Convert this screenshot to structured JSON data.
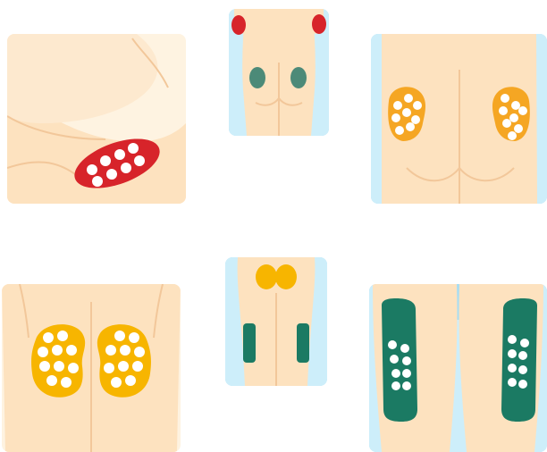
{
  "colors": {
    "skin": "#fde2bf",
    "skin_shade": "#f5cc9f",
    "background_blue": "#a8ddf2",
    "background_blue_light": "#cdeefa",
    "patch_red": "#d7242a",
    "patch_orange": "#f5a623",
    "patch_yellow": "#f7b500",
    "patch_teal": "#1b7a63",
    "patch_teal_dim": "#4c8a78",
    "dot": "#ffffff"
  },
  "panels": [
    {
      "id": "upper-arm",
      "patch_color": "patch_red"
    },
    {
      "id": "back-overview-red-teal",
      "patch_color": "patch_red"
    },
    {
      "id": "lower-back-orange",
      "patch_color": "patch_orange"
    },
    {
      "id": "lower-back-yellow",
      "patch_color": "patch_yellow"
    },
    {
      "id": "back-overview-yellow-teal",
      "patch_color": "patch_yellow"
    },
    {
      "id": "thighs-teal",
      "patch_color": "patch_teal"
    }
  ]
}
